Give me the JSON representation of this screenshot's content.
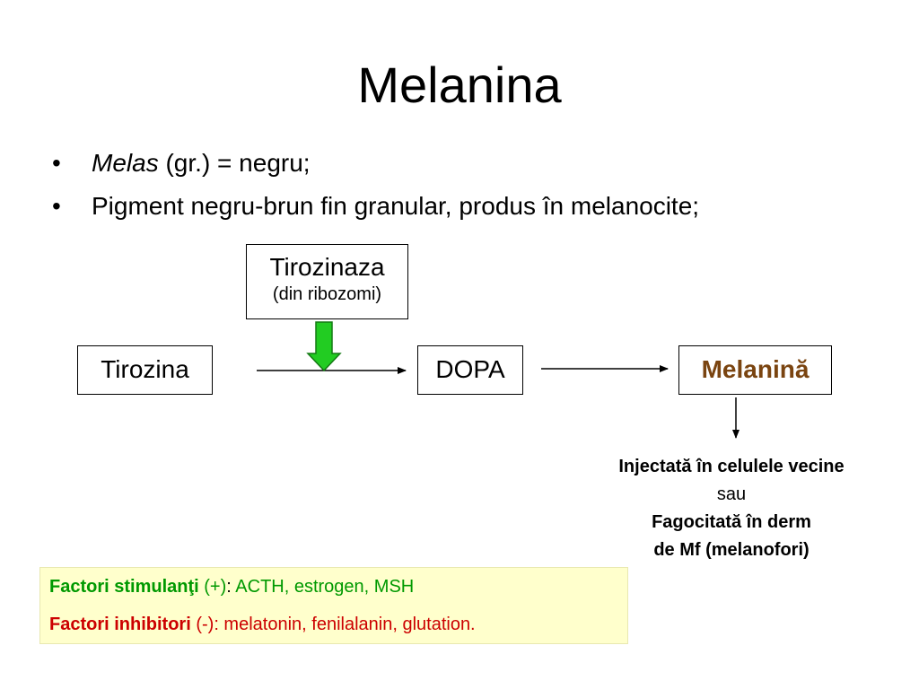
{
  "title": "Melanina",
  "bullets": [
    {
      "italic": "Melas",
      "rest": " (gr.) = negru;"
    },
    {
      "italic": "",
      "rest": "Pigment negru-brun fin granular, produs în melanocite;"
    }
  ],
  "diagram": {
    "enzyme_name": "Tirozinaza",
    "enzyme_source": "(din ribozomi)",
    "substrate": "Tirozina",
    "intermediate": "DOPA",
    "product": "Melanină",
    "fate_line1": "Injectată în celulele vecine",
    "fate_line2": "sau",
    "fate_line3": "Fagocitată în derm",
    "fate_line4": "de Mf (melanofori)"
  },
  "factors": {
    "stim_label": "Factori stimulanţi",
    "stim_sign": " (+)",
    "stim_colon": ": ",
    "stim_items": "ACTH, estrogen, MSH",
    "inhib_label": "Factori inhibitori",
    "inhib_rest": " (-): melatonin, fenilalanin, glutation."
  },
  "colors": {
    "stimulating": "#009900",
    "inhibiting": "#cc0000",
    "product": "#7a4410",
    "enzyme_arrow": "#22cc22",
    "factors_background": "#ffffcc"
  }
}
